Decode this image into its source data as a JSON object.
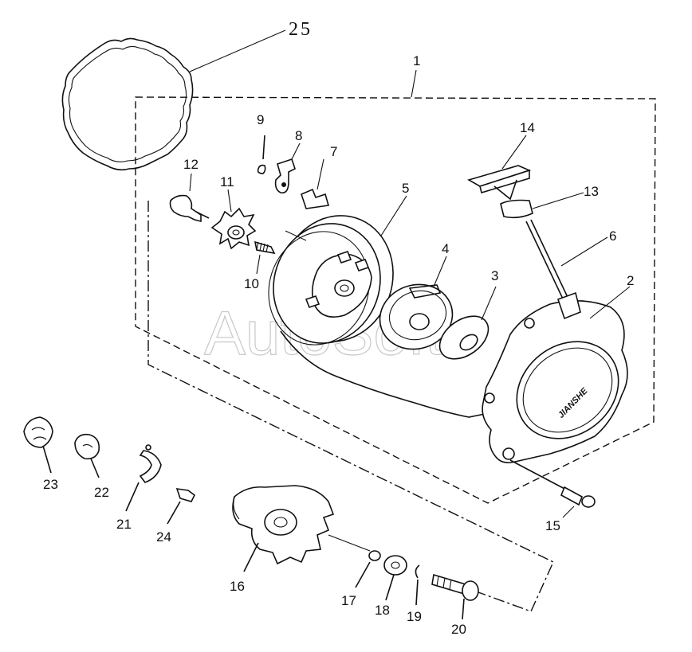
{
  "diagram": {
    "callouts": {
      "p1": "1",
      "p2": "2",
      "p3": "3",
      "p4": "4",
      "p5": "5",
      "p6": "6",
      "p7": "7",
      "p8": "8",
      "p9": "9",
      "p10": "10",
      "p11": "11",
      "p12": "12",
      "p13": "13",
      "p14": "14",
      "p15": "15",
      "p16": "16",
      "p17": "17",
      "p18": "18",
      "p19": "19",
      "p20": "20",
      "p21": "21",
      "p22": "22",
      "p23": "23",
      "p24": "24",
      "p25": "25"
    },
    "cover_brand": "JIANSHE",
    "watermark": "AutoSoft"
  }
}
